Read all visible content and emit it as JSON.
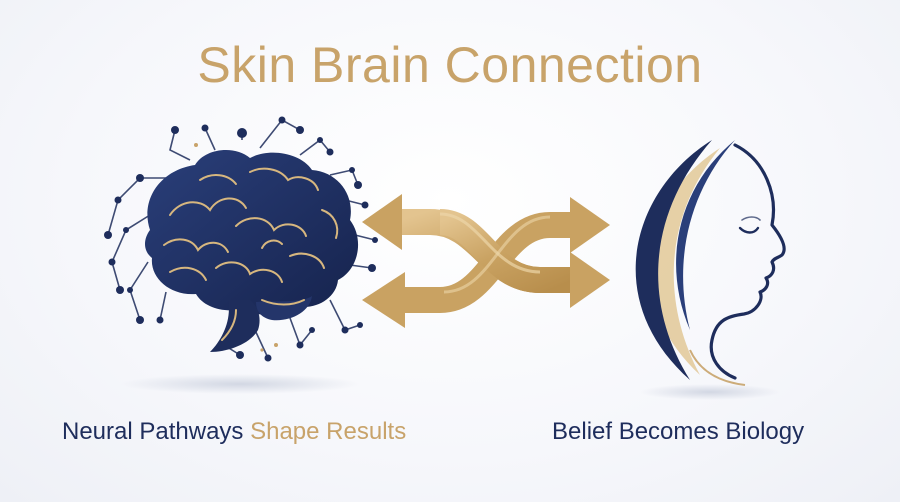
{
  "title": "Skin Brain Connection",
  "captions": {
    "left_main": "Neural Pathways",
    "left_accent": "Shape Results",
    "right": "Belief Becomes Biology"
  },
  "colors": {
    "navy": "#1e2d5c",
    "gold": "#c8a36a",
    "background": "#f6f7fb"
  },
  "icons": {
    "left": "brain-icon",
    "center": "crossing-arrows-icon",
    "right": "face-profile-icon"
  }
}
